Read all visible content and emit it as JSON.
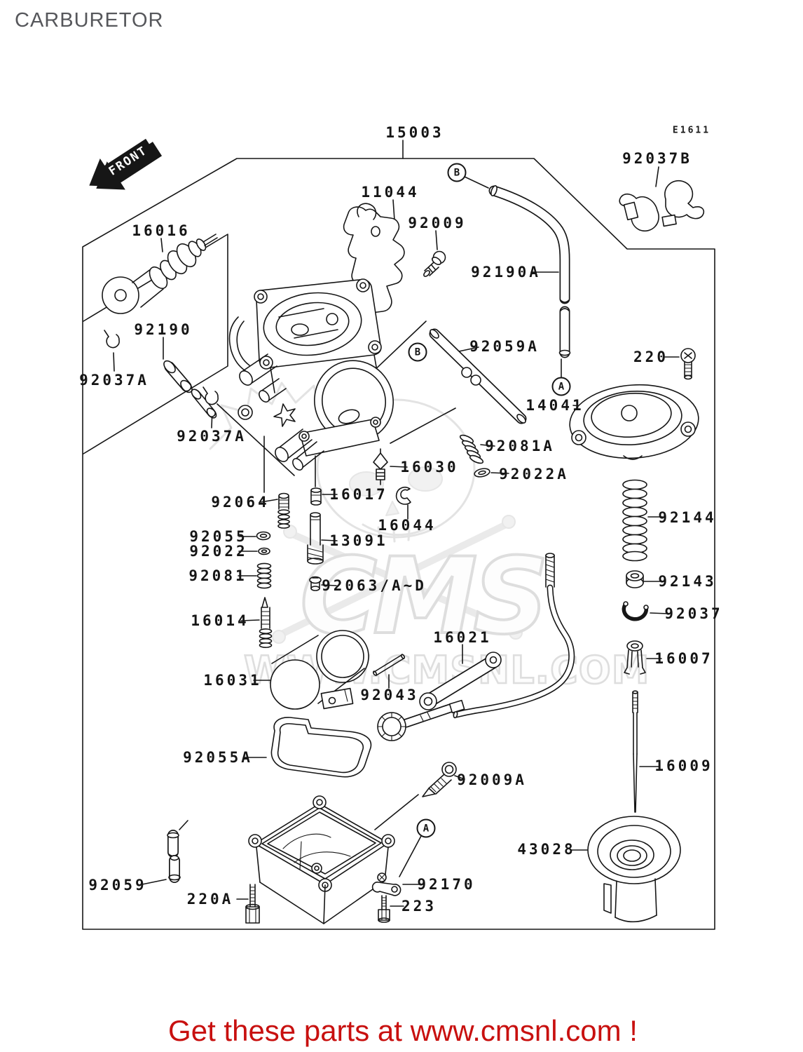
{
  "title": "CARBURETOR",
  "diagram_code": "E1611",
  "front_label": "FRONT",
  "banner": "Get these parts at www.cmsnl.com !",
  "watermark": {
    "big": "CMS",
    "url": "WWW.CMSNL.COM"
  },
  "ref_letters": {
    "a": "A",
    "b": "B"
  },
  "part_labels": [
    {
      "text": "15003"
    },
    {
      "text": "92037B"
    },
    {
      "text": "11044"
    },
    {
      "text": "92009"
    },
    {
      "text": "16016"
    },
    {
      "text": "92190A"
    },
    {
      "text": "92190"
    },
    {
      "text": "92037A"
    },
    {
      "text": "92059A"
    },
    {
      "text": "220"
    },
    {
      "text": "14041"
    },
    {
      "text": "92037A"
    },
    {
      "text": "92081A"
    },
    {
      "text": "16030"
    },
    {
      "text": "92022A"
    },
    {
      "text": "16017"
    },
    {
      "text": "92064"
    },
    {
      "text": "16044"
    },
    {
      "text": "92144"
    },
    {
      "text": "92055"
    },
    {
      "text": "13091"
    },
    {
      "text": "92022"
    },
    {
      "text": "92081"
    },
    {
      "text": "92143"
    },
    {
      "text": "92063/A~D"
    },
    {
      "text": "92037"
    },
    {
      "text": "16014"
    },
    {
      "text": "16021"
    },
    {
      "text": "16007"
    },
    {
      "text": "16031"
    },
    {
      "text": "92043"
    },
    {
      "text": "92055A"
    },
    {
      "text": "16009"
    },
    {
      "text": "92009A"
    },
    {
      "text": "43028"
    },
    {
      "text": "92059"
    },
    {
      "text": "220A"
    },
    {
      "text": "92170"
    },
    {
      "text": "223"
    }
  ]
}
